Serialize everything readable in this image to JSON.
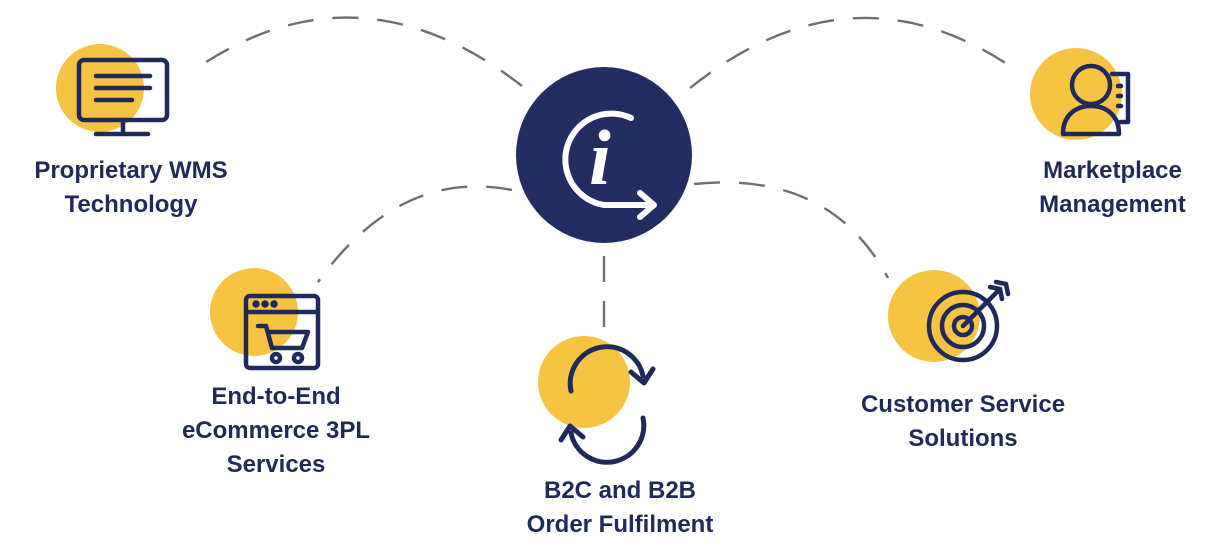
{
  "colors": {
    "navy": "#232d62",
    "icon_stroke": "#1f2a5a",
    "accent_yellow": "#f6c343",
    "connector_gray": "#6f6f6f",
    "label_text": "#1f2a5a"
  },
  "center": {
    "icon": "info-cycle-icon",
    "glyph": "i"
  },
  "features": [
    {
      "id": "wms",
      "icon": "monitor-icon",
      "label_lines": [
        "Proprietary WMS",
        "Technology"
      ]
    },
    {
      "id": "marketplace",
      "icon": "user-profile-icon",
      "label_lines": [
        "Marketplace",
        "Management"
      ]
    },
    {
      "id": "ecommerce",
      "icon": "shopping-cart-browser-icon",
      "label_lines": [
        "End-to-End",
        "eCommerce 3PL",
        "Services"
      ]
    },
    {
      "id": "fulfilment",
      "icon": "sync-arrows-icon",
      "label_lines": [
        "B2C and B2B",
        "Order Fulfilment"
      ]
    },
    {
      "id": "customer-service",
      "icon": "target-arrow-icon",
      "label_lines": [
        "Customer Service",
        "Solutions"
      ]
    }
  ]
}
